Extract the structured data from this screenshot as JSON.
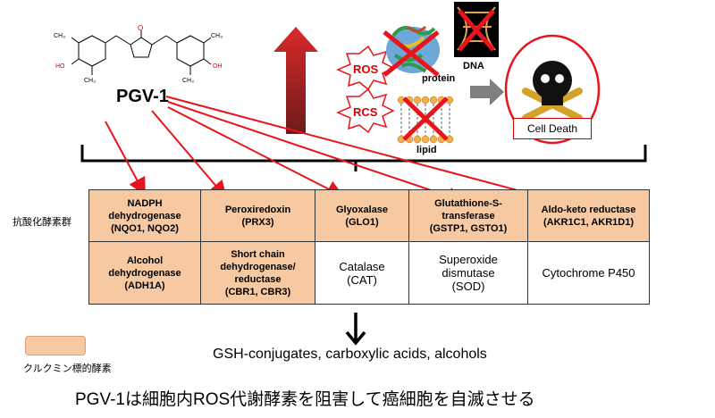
{
  "molecule": {
    "name": "PGV-1",
    "atom_labels": {
      "ch3": "CH₃",
      "ho": "HO",
      "oh": "OH",
      "o": "O"
    }
  },
  "stress": {
    "ros": "ROS",
    "rcs": "RCS",
    "protein": "protein",
    "dna": "DNA",
    "lipid": "lipid",
    "cell_death": "Cell Death"
  },
  "table": {
    "row_label": "抗酸化酵素群",
    "row1": [
      {
        "lines": [
          "NADPH",
          "dehydrogenase",
          "(NQO1, NQO2)"
        ]
      },
      {
        "lines": [
          "Peroxiredoxin",
          "(PRX3)"
        ]
      },
      {
        "lines": [
          "Glyoxalase",
          "(GLO1)"
        ]
      },
      {
        "lines": [
          "Glutathione-S-",
          "transferase",
          "(GSTP1, GSTO1)"
        ]
      },
      {
        "lines": [
          "Aldo-keto reductase",
          "(AKR1C1, AKR1D1)"
        ]
      }
    ],
    "row2": [
      {
        "lines": [
          "Alcohol",
          "dehydrogenase",
          "(ADH1A)"
        ],
        "curcumin": true
      },
      {
        "lines": [
          "Short chain",
          "dehydrogenase/",
          "reductase",
          "(CBR1, CBR3)"
        ],
        "curcumin": true
      },
      {
        "lines": [
          "Catalase",
          "(CAT)"
        ],
        "curcumin": false
      },
      {
        "lines": [
          "Superoxide",
          "dismutase",
          "(SOD)"
        ],
        "curcumin": false
      },
      {
        "lines": [
          "Cytochrome P450"
        ],
        "curcumin": false
      }
    ]
  },
  "legend": {
    "label": "クルクミン標的酵素",
    "color": "#f7c9a2"
  },
  "products": "GSH-conjugates, carboxylic acids, alcohols",
  "bottom_title": "PGV-1は細胞内ROS代謝酵素を阻害して癌細胞を自滅させる",
  "colors": {
    "arrow_red": "#e8141b",
    "big_arrow": "#9b2326",
    "curcumin_cell": "#f7c9a2"
  }
}
